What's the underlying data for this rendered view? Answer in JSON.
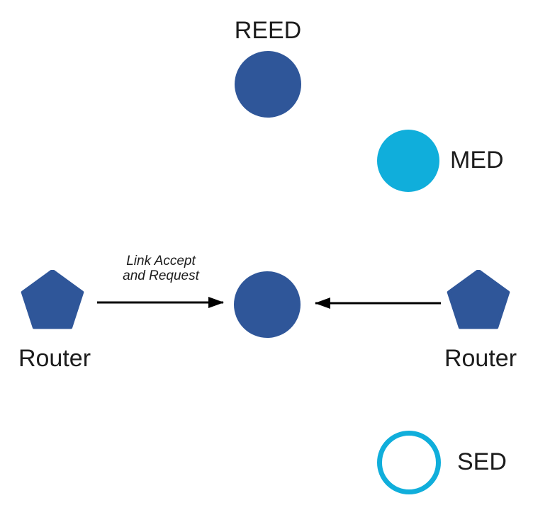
{
  "colors": {
    "blue": "#2F5699",
    "cyan": "#10AEDB",
    "line": "#000000"
  },
  "nodes": {
    "reed": {
      "label": "REED",
      "shape": "circle",
      "fill": "blue"
    },
    "med": {
      "label": "MED",
      "shape": "circle",
      "fill": "cyan"
    },
    "center": {
      "label": "",
      "shape": "circle",
      "fill": "blue"
    },
    "router_left": {
      "label": "Router",
      "shape": "pentagon",
      "fill": "blue"
    },
    "router_right": {
      "label": "Router",
      "shape": "pentagon",
      "fill": "blue"
    },
    "sed": {
      "label": "SED",
      "shape": "circle-outline",
      "fill": "cyan"
    }
  },
  "edges": {
    "left_arrow": {
      "from": "router_left",
      "to": "center",
      "label_line1": "Link Accept",
      "label_line2": "and Request"
    },
    "right_arrow": {
      "from": "router_right",
      "to": "center",
      "label_line1": "",
      "label_line2": ""
    }
  }
}
